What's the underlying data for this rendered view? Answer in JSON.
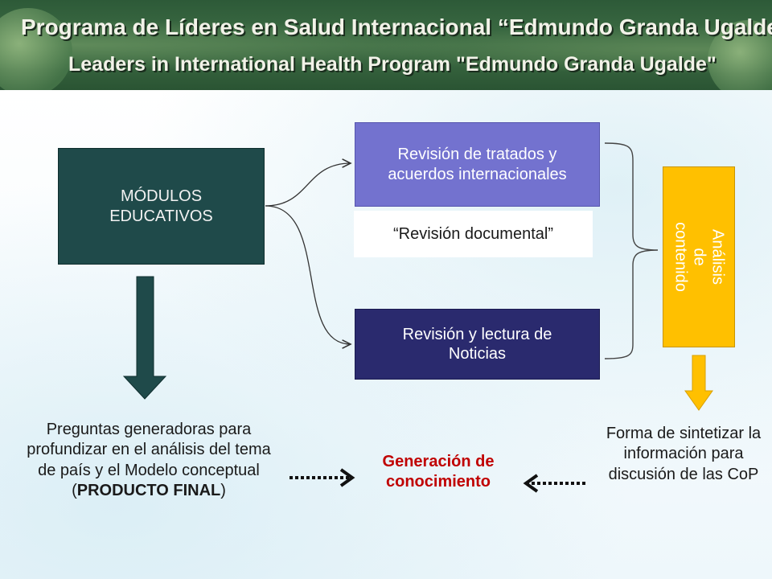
{
  "banner": {
    "title_es": "Programa de Líderes en Salud Internacional “Edmundo Granda Ugalde”",
    "title_en": "Leaders in International Health Program \"Edmundo Granda Ugalde\""
  },
  "diagram": {
    "modulos": "MÓDULOS EDUCATIVOS",
    "tratados": "Revisión de tratados y acuerdos internacionales",
    "revision_documental": "“Revisión documental”",
    "noticias": "Revisión y lectura de Noticias",
    "analisis": "Análisis de contenido",
    "preguntas_text": "Preguntas generadoras para profundizar en el análisis del tema de país y el Modelo conceptual (",
    "preguntas_bold": "PRODUCTO FINAL",
    "preguntas_close": ")",
    "generacion": "Generación de conocimiento",
    "forma": "Forma de sintetizar la información para discusión de las CoP"
  },
  "colors": {
    "modulos_fill": "#1f4a4a",
    "tratados_fill": "#7372cf",
    "noticias_fill": "#2a2a6e",
    "analisis_fill": "#ffc000",
    "generacion_text": "#c00000"
  }
}
